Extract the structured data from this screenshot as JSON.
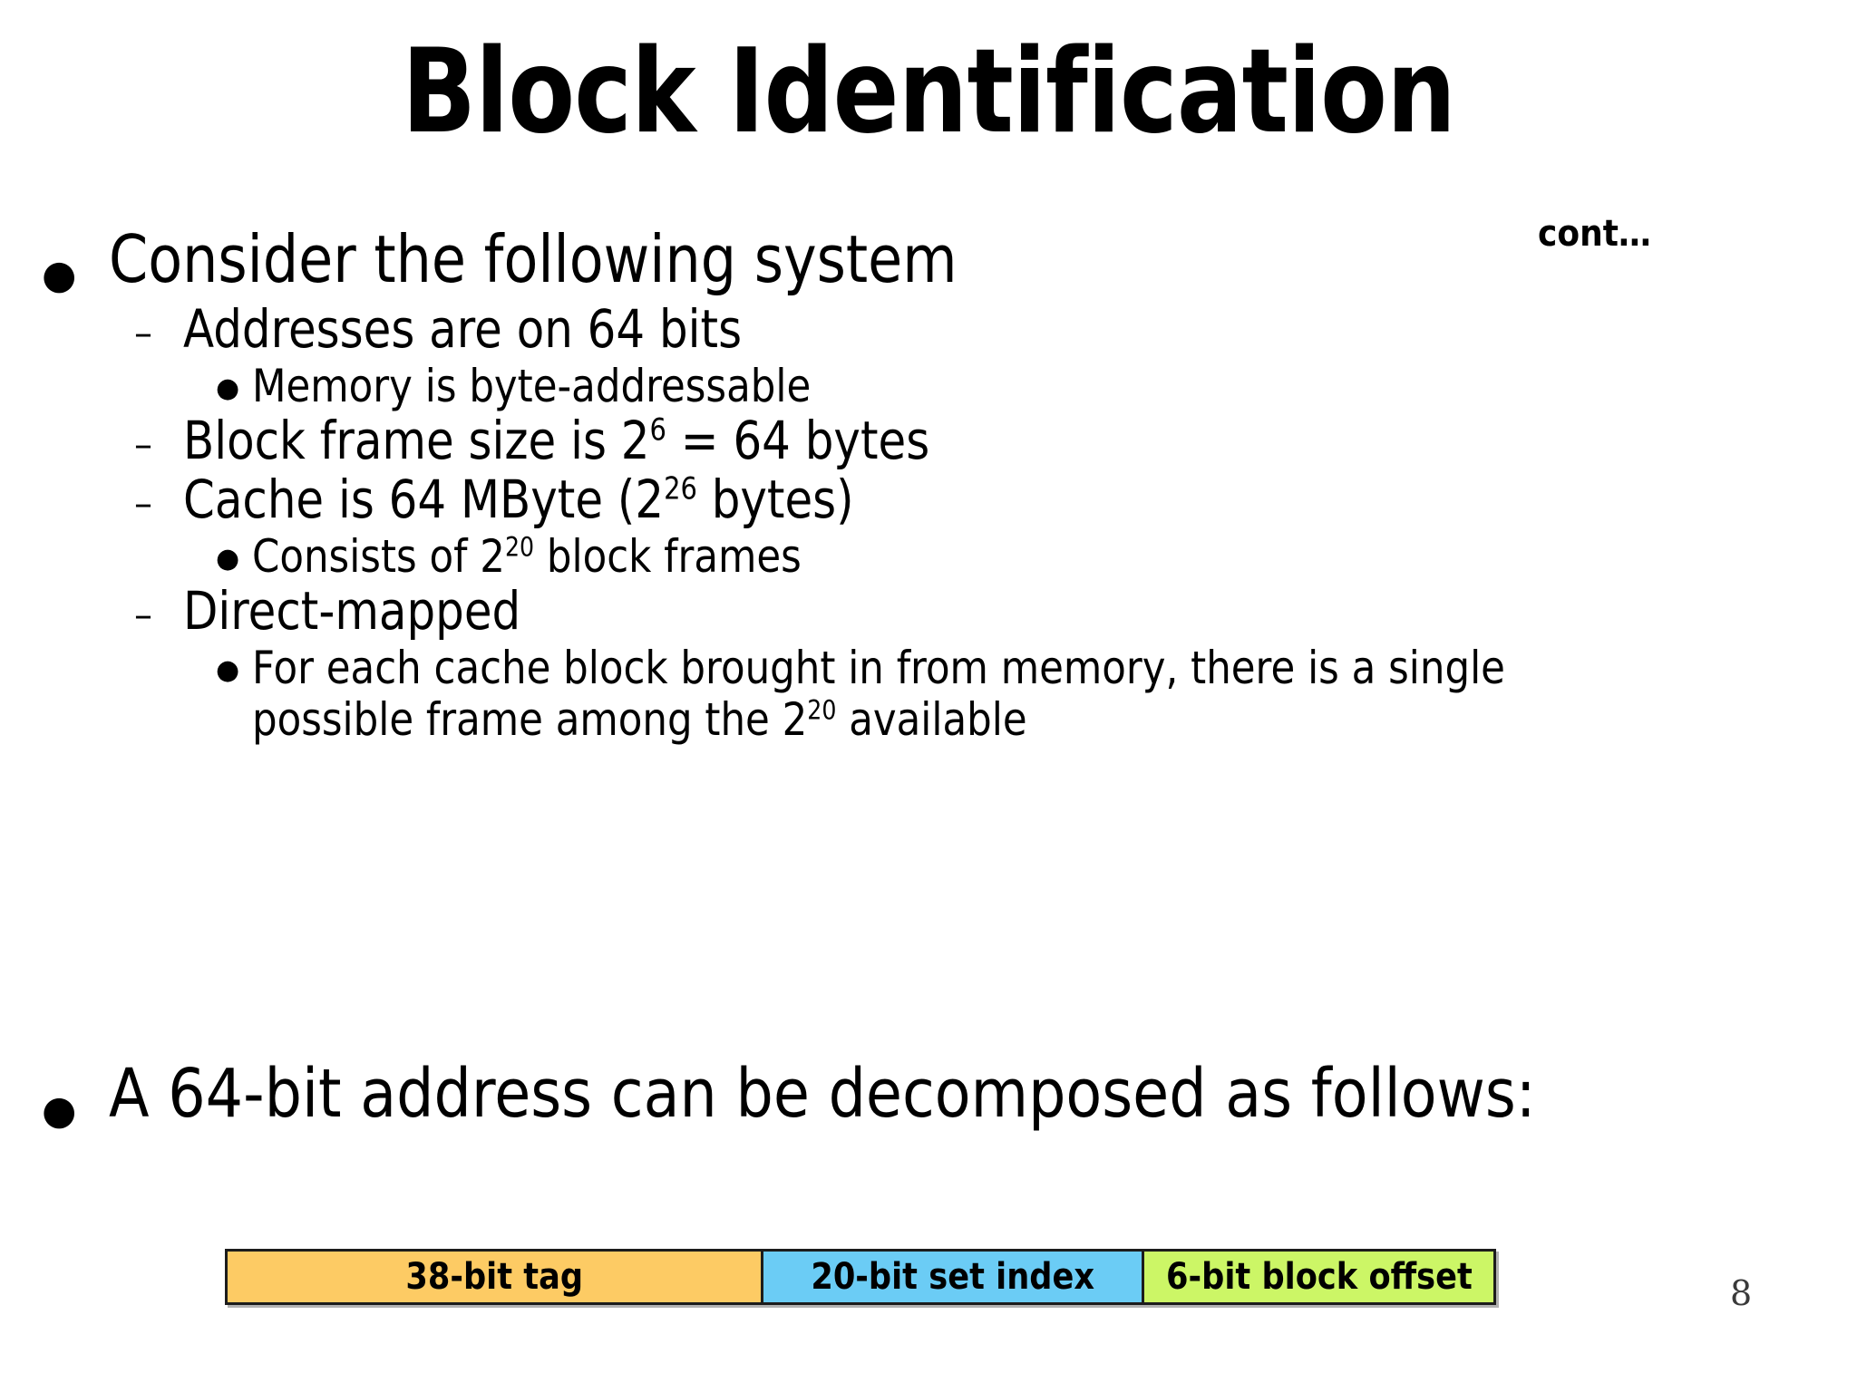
{
  "slide": {
    "title": "Block Identification",
    "continuation_note": "cont…",
    "page_number": "8"
  },
  "markers": {
    "level1": "●",
    "level2": "–",
    "level3": "●"
  },
  "content": {
    "bullet1": {
      "text": "Consider the following system",
      "children": [
        {
          "text_before": "Addresses are on 64 bits",
          "children": [
            {
              "text": "Memory is byte-addressable"
            }
          ]
        },
        {
          "text_before": "Block frame size is 2",
          "sup": "6",
          "text_after": " = 64 bytes"
        },
        {
          "text_before": "Cache is 64 MByte (2",
          "sup": "26",
          "text_after": " bytes)",
          "children": [
            {
              "text_before": "Consists of  2",
              "sup": "20",
              "text_after": " block frames"
            }
          ]
        },
        {
          "text_before": "Direct-mapped",
          "children": [
            {
              "text_before": "For each cache block brought in from memory, there is a single possible frame among the 2",
              "sup": "20",
              "text_after": " available"
            }
          ]
        }
      ]
    },
    "bullet2": {
      "text": "A 64-bit address can be decomposed as follows:"
    }
  },
  "address_diagram": {
    "fields": [
      {
        "label": "38-bit tag",
        "color": "#FDCB64",
        "bits": 38
      },
      {
        "label": "20-bit set index",
        "color": "#6BCCF5",
        "bits": 20
      },
      {
        "label": "6-bit block offset",
        "color": "#CCF666",
        "bits": 6
      }
    ],
    "total_bits": 64,
    "border_color": "#1C1C1C"
  }
}
